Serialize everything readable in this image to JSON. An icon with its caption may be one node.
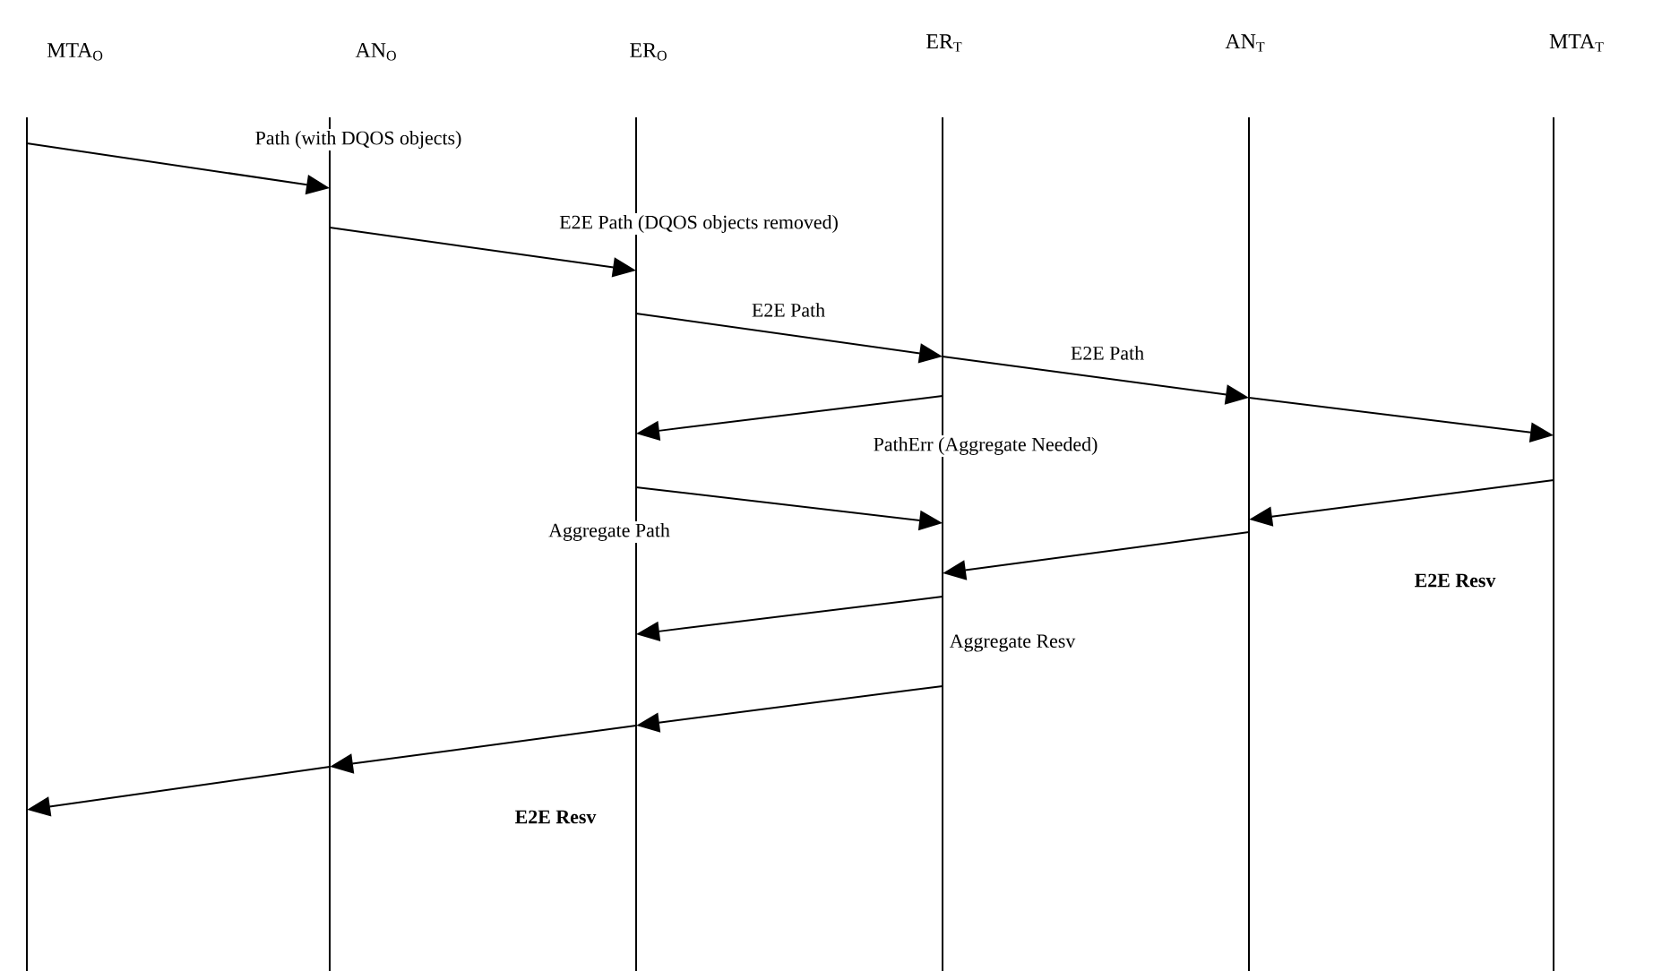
{
  "diagram": {
    "nodes": [
      {
        "text": [
          "MTA$_{O}$"
        ]
      },
      {
        "text": [
          "AN$_{O}$"
        ]
      },
      {
        "text": [
          "ER$_{O}$"
        ]
      },
      {
        "text": [
          "ER$_{T}$"
        ]
      },
      {
        "text": [
          "AN$_{T}$"
        ]
      },
      {
        "text": [
          "MTA$_{T}$"
        ]
      }
    ],
    "edges": [
      {
        "from": 0,
        "to": 1,
        "arrow": "to",
        "label": "Path (with DQOS objects)"
      },
      {
        "from": 1,
        "to": 2,
        "arrow": "to",
        "label": "E2E Path (DQOS objects removed)"
      },
      {
        "from": 2,
        "to": 3,
        "arrow": "to",
        "label": "E2E Path"
      },
      {
        "from": 3,
        "to": 4,
        "arrow": "to",
        "label": "E2E Path"
      },
      {
        "from": 4,
        "to": 5,
        "arrow": "to"
      },
      {
        "from": 3,
        "to": 2,
        "arrow": "to",
        "label": "PathErr (Aggregate Needed)"
      },
      {
        "from": 2,
        "to": 3,
        "arrow": "to",
        "label": "Aggregate Path"
      },
      {
        "from": 5,
        "to": 4,
        "arrow": "to",
        "label": "E2E Resv"
      },
      {
        "from": 4,
        "to": 3,
        "arrow": "to"
      },
      {
        "from": 3,
        "to": 2,
        "arrow": "to",
        "label": "Aggregate Resv"
      },
      {
        "from": 3,
        "to": 2,
        "arrow": "to"
      },
      {
        "from": 2,
        "to": 1,
        "arrow": "to",
        "label": "E2E Resv"
      },
      {
        "from": 1,
        "to": 0,
        "arrow": "to"
      }
    ]
  }
}
